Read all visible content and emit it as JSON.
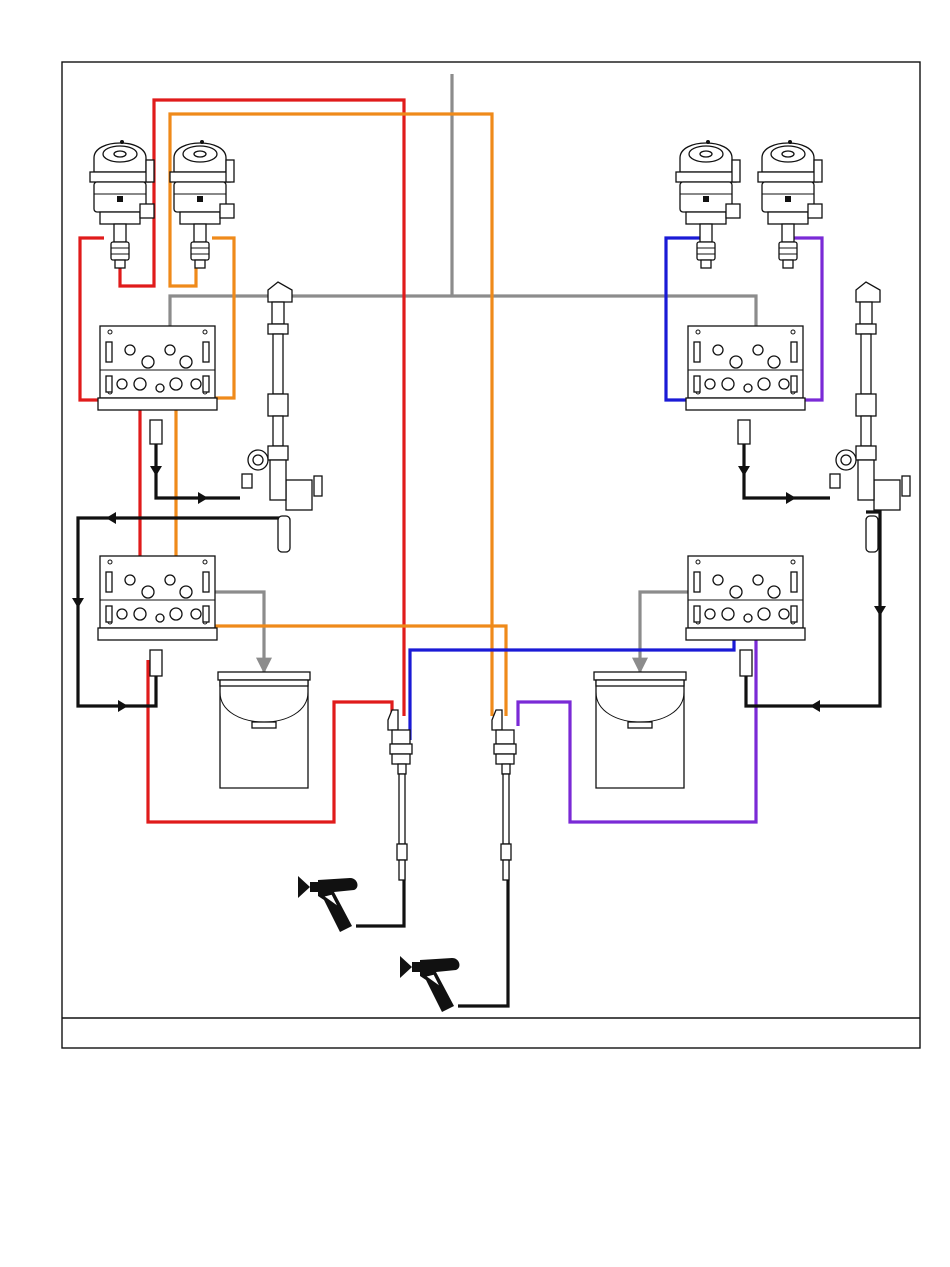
{
  "figure": {
    "caption": ""
  },
  "colors": {
    "line_red": "#e01b1b",
    "line_orange": "#ef8a1a",
    "line_gray": "#8c8c8c",
    "line_blue": "#1a1ad6",
    "line_purple": "#7a2ad6",
    "line_black": "#111111",
    "equipment": "#111111"
  },
  "components": {
    "pumps": [
      "pump-left-red",
      "pump-left-orange",
      "pump-right-blue",
      "pump-right-purple"
    ],
    "manifolds": [
      "manifold-upper-left",
      "manifold-lower-left",
      "manifold-upper-right",
      "manifold-lower-right"
    ],
    "air_regulators": [
      "air-regulator-left",
      "air-regulator-right"
    ],
    "waste_pails": [
      "waste-pail-left",
      "waste-pail-right"
    ],
    "mix_manifolds": [
      "mix-block-left",
      "mix-block-right"
    ],
    "spray_guns": [
      "spray-gun-left",
      "spray-gun-right"
    ]
  }
}
